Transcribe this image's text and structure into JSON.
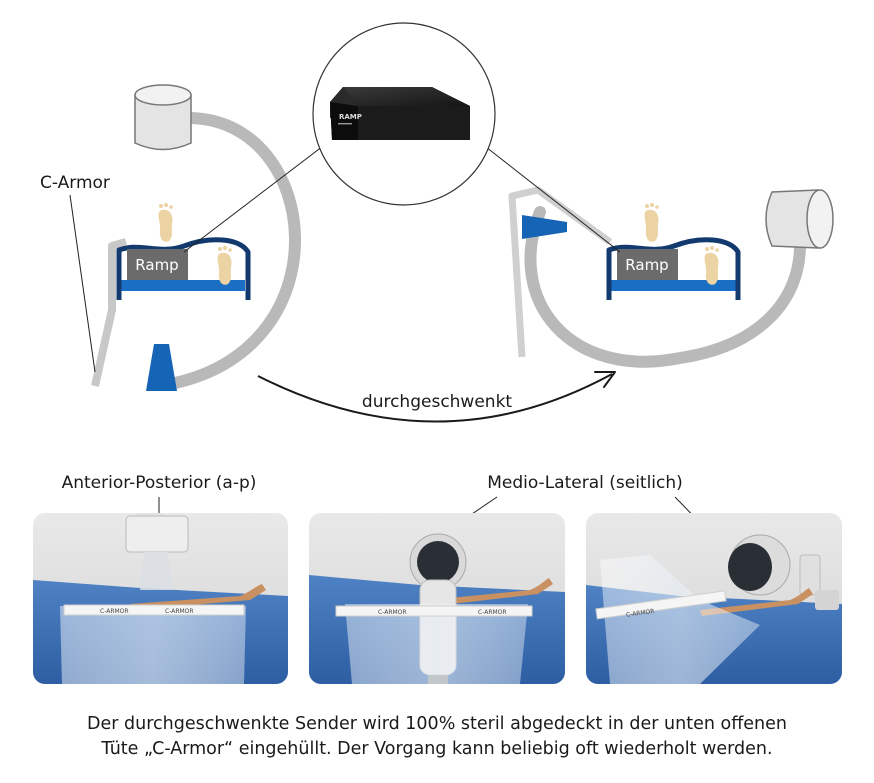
{
  "labels": {
    "c_armor": "C-Armor",
    "ramp": "Ramp",
    "device_brand": "RAMP",
    "arrow": "durchgeschwenkt",
    "anterior": "Anterior-Posterior (a-p)",
    "medio": "Medio-Lateral (seitlich)"
  },
  "photo_bag_text": "C-ARMOR",
  "caption": {
    "line1": "Der durchgeschwenkte Sender wird 100% steril abgedeckt in der unten offenen",
    "line2": "Tüte „C-Armor“ eingehüllt. Der Vorgang kann beliebig oft wiederholt werden."
  },
  "colors": {
    "arm_gray": "#b9b9b9",
    "bed_blue": "#1a6fc4",
    "bed_navy": "#123a6e",
    "ramp_gray": "#6b6b6b",
    "foot": "#ecd3a4",
    "drape_blue": "#3a6fb5",
    "emitter_blue": "#1664b5"
  }
}
